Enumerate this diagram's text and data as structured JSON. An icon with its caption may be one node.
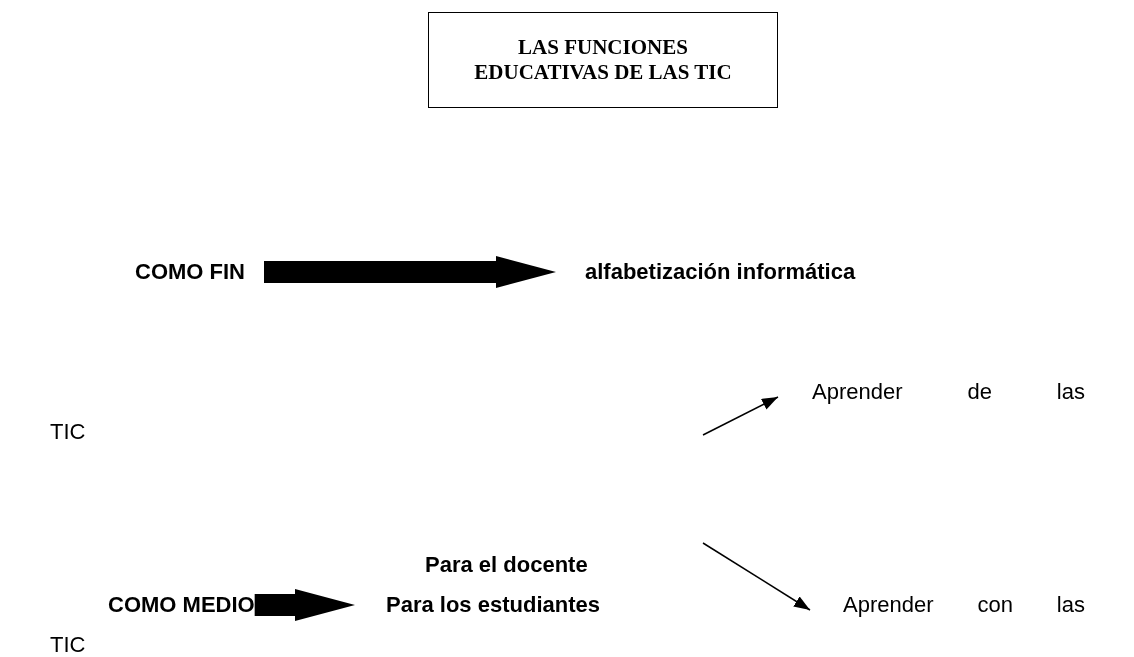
{
  "diagram": {
    "title": "LAS FUNCIONES EDUCATIVAS DE LAS TIC",
    "nodes": [
      {
        "text": [
          "COMO FIN"
        ]
      },
      {
        "text": [
          "alfabetización informática"
        ]
      },
      {
        "text": [
          "Aprender de las TIC"
        ]
      },
      {
        "text": [
          "Para el docente"
        ]
      },
      {
        "text": [
          "COMO MEDIO"
        ]
      },
      {
        "text": [
          "Para los estudiantes"
        ]
      },
      {
        "text": [
          "Aprender con las TIC"
        ]
      }
    ],
    "edges": [
      {
        "from": 0,
        "to": 1,
        "arrow": "to",
        "style": "thick"
      },
      {
        "from": 4,
        "to": 5,
        "arrow": "to",
        "style": "thick"
      },
      {
        "from": null,
        "to": 2,
        "arrow": "to"
      },
      {
        "from": null,
        "to": 6,
        "arrow": "to"
      }
    ]
  }
}
